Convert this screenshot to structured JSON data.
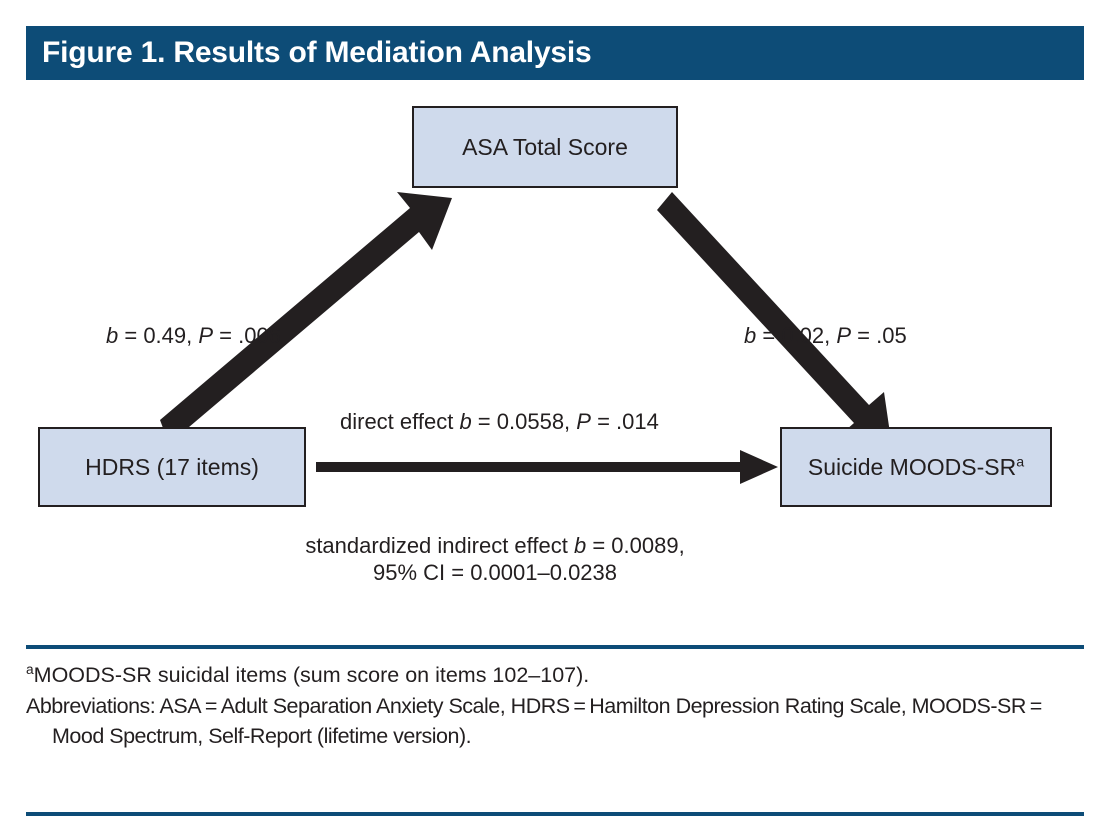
{
  "figure": {
    "title": "Figure 1. Results of Mediation Analysis",
    "header_color": "#0d4c77",
    "node_fill_color": "#cfdaec",
    "node_border_color": "#231f20",
    "rule_color": "#0d4c77"
  },
  "nodes": {
    "mediator": {
      "label": "ASA Total Score"
    },
    "predictor": {
      "label": "HDRS (17 items)"
    },
    "outcome": {
      "label_main": "Suicide MOODS-SR",
      "label_superscript": "a"
    }
  },
  "paths": {
    "a_path": {
      "coef_symbol": "b",
      "coef_text": " = 0.49, ",
      "p_symbol": "P",
      "p_text": " = .006"
    },
    "b_path": {
      "coef_symbol": "b",
      "coef_text": " = 0.02, ",
      "p_symbol": "P",
      "p_text": " = .05"
    },
    "direct_effect": {
      "prefix": "direct effect ",
      "coef_symbol": "b",
      "coef_text": " = 0.0558, ",
      "p_symbol": "P",
      "p_text": " = .014"
    },
    "indirect_effect": {
      "prefix": "standardized indirect effect  ",
      "coef_symbol": "b",
      "coef_text": " = 0.0089,",
      "ci_line": "95% CI = 0.0001–0.0238"
    }
  },
  "footnotes": {
    "marker_a": "a",
    "note_a": "MOODS-SR suicidal items (sum score on items 102–107).",
    "abbreviations": "Abbreviations: ASA = Adult Separation Anxiety Scale, HDRS = Hamilton Depression Rating Scale, MOODS-SR = Mood Spectrum, Self-Report (lifetime version)."
  },
  "chart_data": {
    "type": "diagram",
    "diagram_kind": "mediation-path-model",
    "title": "Figure 1. Results of Mediation Analysis",
    "nodes": [
      {
        "id": "ASA",
        "label": "ASA Total Score",
        "role": "mediator",
        "position": "top-center"
      },
      {
        "id": "HDRS",
        "label": "HDRS (17 items)",
        "role": "predictor",
        "position": "bottom-left"
      },
      {
        "id": "SUICIDE",
        "label": "Suicide MOODS-SR",
        "role": "outcome",
        "position": "bottom-right"
      }
    ],
    "edges": [
      {
        "from": "HDRS",
        "to": "ASA",
        "path": "a",
        "b": 0.49,
        "p": 0.006,
        "label": "b = 0.49, P = .006"
      },
      {
        "from": "ASA",
        "to": "SUICIDE",
        "path": "b",
        "b": 0.02,
        "p": 0.05,
        "label": "b = 0.02, P = .05"
      },
      {
        "from": "HDRS",
        "to": "SUICIDE",
        "path": "c'",
        "b": 0.0558,
        "p": 0.014,
        "label": "direct effect b = 0.0558, P = .014"
      }
    ],
    "indirect_effect": {
      "label": "standardized indirect effect b = 0.0089, 95% CI = 0.0001-0.0238",
      "b": 0.0089,
      "ci_lower": 0.0001,
      "ci_upper": 0.0238,
      "ci_level": "95%"
    }
  }
}
